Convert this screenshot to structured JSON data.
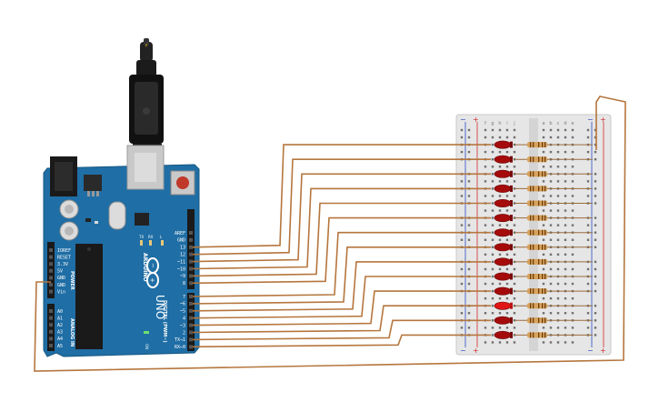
{
  "board": {
    "name": "UNO",
    "brand": "ARDUINO",
    "power_header_title": "POWER",
    "analog_header_title": "ANALOG IN",
    "digital_header_title": "DIGITAL (PWM~)",
    "on_label": "ON",
    "tx_label": "TX",
    "rx_label": "RX",
    "l_label": "L",
    "power_pins": [
      "IOREF",
      "RESET",
      "3.3V",
      "5V",
      "GND",
      "GND",
      "Vin"
    ],
    "analog_pins": [
      "A0",
      "A1",
      "A2",
      "A3",
      "A4",
      "A5"
    ],
    "digital_pins_upper": [
      "AREF",
      "GND",
      "13",
      "12",
      "~11",
      "~10",
      "~9",
      "8"
    ],
    "digital_pins_lower": [
      "7",
      "~6",
      "~5",
      "4",
      "~3",
      "2",
      "TX→1",
      "RX←0"
    ]
  },
  "breadboard": {
    "column_letters_left": [
      "f",
      "g",
      "h",
      "i",
      "j"
    ],
    "column_letters_right": [
      "a",
      "b",
      "c",
      "d",
      "e"
    ],
    "rail_plus": "+",
    "rail_minus": "−",
    "row_count": 30
  },
  "colors": {
    "board": "#1f6ea5",
    "wire": "#b5763d",
    "led": "#a50b0b",
    "led_lit": "#e01515",
    "resistor": "#d9a25a",
    "breadboard": "#eaeaea"
  },
  "led_count": 14
}
